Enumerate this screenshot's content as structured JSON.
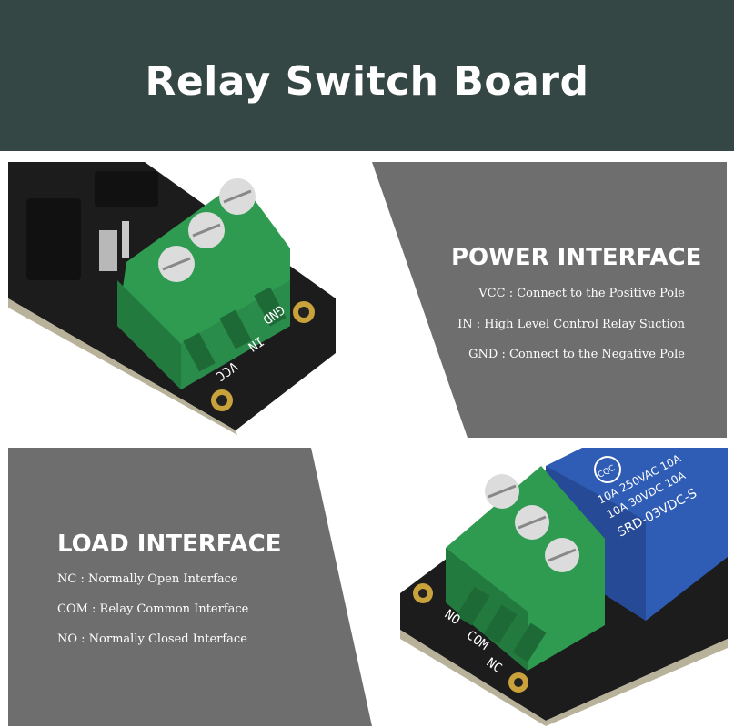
{
  "header": {
    "title": "Relay Switch Board"
  },
  "colors": {
    "header_bg": "#354744",
    "panel_gray": "#6e6e6e",
    "terminal_green": "#2e9b51",
    "relay_blue": "#2f5cb5",
    "pcb_black": "#1c1c1c"
  },
  "power": {
    "heading": "POWER INTERFACE",
    "lines": [
      "VCC : Connect to the Positive Pole",
      "IN : High Level Control Relay Suction",
      "GND : Connect to the Negative Pole"
    ],
    "pin_labels": [
      "GND",
      "IN",
      "VCC"
    ]
  },
  "load": {
    "heading": "LOAD INTERFACE",
    "lines": [
      "NC : Normally Open Interface",
      "COM : Relay Common Interface",
      "NO : Normally Closed Interface"
    ],
    "pin_labels": [
      "NO",
      "COM",
      "NC"
    ],
    "relay_markings": {
      "brand": "CQC",
      "line1": "10A 250VAC  10A",
      "line2": "10A  30VDC  10A",
      "model": "SRD-03VDC-S"
    }
  }
}
